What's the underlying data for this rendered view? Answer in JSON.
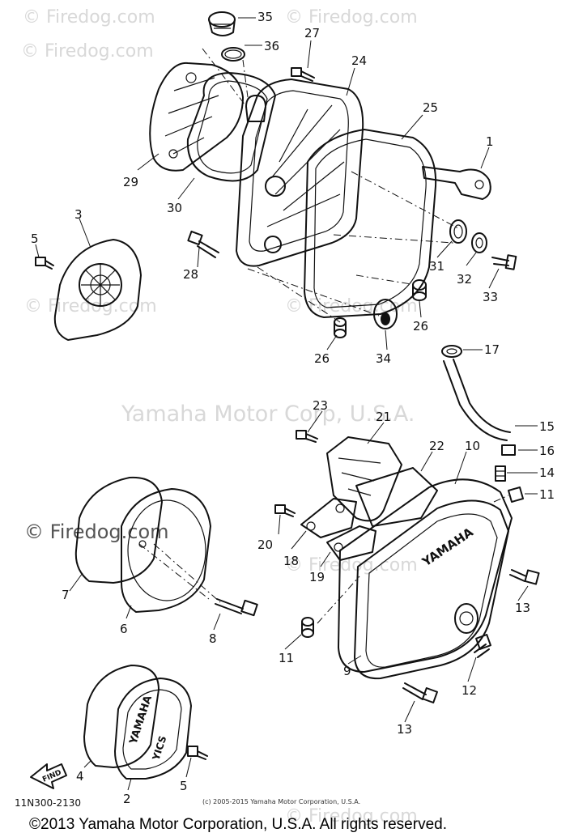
{
  "watermarks": {
    "site": "© Firedog.com",
    "company": "Yamaha Motor Corp, U.S.A."
  },
  "cover_labels": {
    "stator": "YAMAHA",
    "stator_emblem": "YICS",
    "clutch": "YAMAHA"
  },
  "find_arrow": "FIND",
  "callouts": {
    "p1": "1",
    "p2": "2",
    "p3": "3",
    "p4": "4",
    "p5a": "5",
    "p5b": "5",
    "p6": "6",
    "p7": "7",
    "p8": "8",
    "p9": "9",
    "p10": "10",
    "p11a": "11",
    "p11b": "11",
    "p12": "12",
    "p13a": "13",
    "p13b": "13",
    "p14": "14",
    "p15": "15",
    "p16": "16",
    "p17": "17",
    "p18": "18",
    "p19": "19",
    "p20": "20",
    "p21": "21",
    "p22": "22",
    "p23": "23",
    "p24": "24",
    "p25": "25",
    "p26a": "26",
    "p26b": "26",
    "p27": "27",
    "p28": "28",
    "p29": "29",
    "p30": "30",
    "p31": "31",
    "p32": "32",
    "p33": "33",
    "p34": "34",
    "p35": "35",
    "p36": "36"
  },
  "diagram_code": "11N300-2130",
  "small_copyright": "(c) 2005-2015 Yamaha Motor Corporation, U.S.A.",
  "footer_copyright": "©2013 Yamaha Motor Corporation, U.S.A. All rights reserved."
}
